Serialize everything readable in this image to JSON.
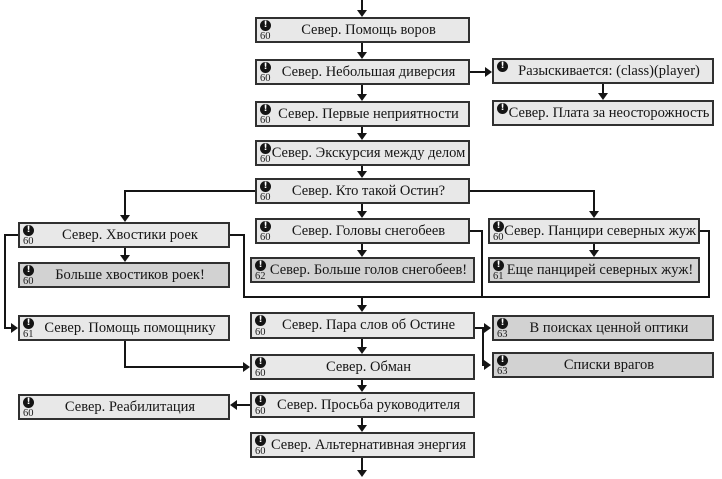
{
  "diagram": {
    "icon_glyph": "!",
    "colors": {
      "box_light": "#e8e8e8",
      "box_dark": "#d2d2d2",
      "border": "#303030",
      "line": "#151515"
    },
    "nodes": {
      "n1": {
        "label": "Север. Помощь воров",
        "level": "60"
      },
      "n2": {
        "label": "Север. Небольшая диверсия",
        "level": "60"
      },
      "r1": {
        "label": "Разыскивается: (class)(player)"
      },
      "r2": {
        "label": "Север. Плата за неосторожность"
      },
      "n3": {
        "label": "Север. Первые неприятности",
        "level": "60"
      },
      "n4": {
        "label": "Север. Экскурсия между делом",
        "level": "60"
      },
      "n5": {
        "label": "Север. Кто такой Остин?",
        "level": "60"
      },
      "l1": {
        "label": "Север. Хвостики роек",
        "level": "60"
      },
      "m1": {
        "label": "Север. Головы снегобеев",
        "level": "60"
      },
      "r3": {
        "label": "Север. Панцири северных жуж",
        "level": "60"
      },
      "l2": {
        "label": "Больше хвостиков роек!",
        "level": "60"
      },
      "m2": {
        "label": "Север. Больше голов снегобеев!",
        "level": "62"
      },
      "r4": {
        "label": "Еще панцирей северных жуж!",
        "level": "61"
      },
      "l3": {
        "label": "Север. Помощь помощнику",
        "level": "61"
      },
      "m3": {
        "label": "Север. Пара слов об Остине",
        "level": "60"
      },
      "r5": {
        "label": "В поисках ценной оптики",
        "level": "63"
      },
      "m4": {
        "label": "Север. Обман",
        "level": "60"
      },
      "r6": {
        "label": "Списки врагов",
        "level": "63"
      },
      "l4": {
        "label": "Север. Реабилитация",
        "level": "60"
      },
      "m5": {
        "label": "Север. Просьба руководителя",
        "level": "60"
      },
      "m6": {
        "label": "Север. Альтернативная энергия",
        "level": "60"
      }
    }
  }
}
